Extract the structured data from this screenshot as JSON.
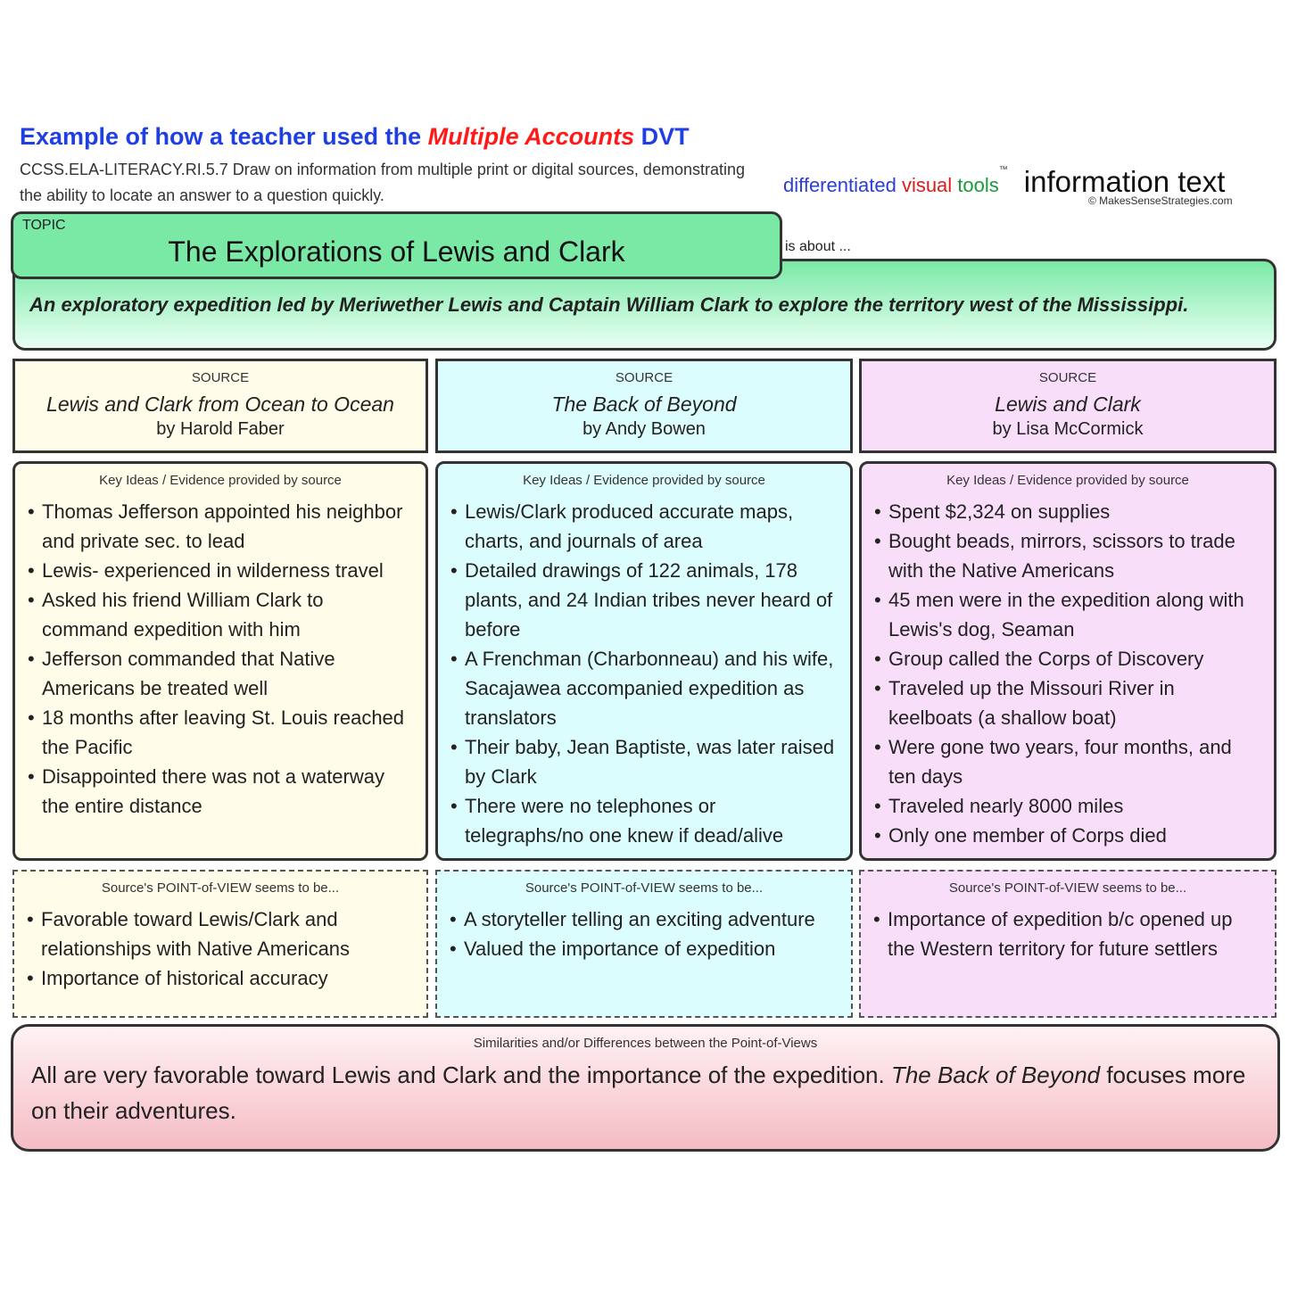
{
  "header": {
    "title_prefix": "Example of how a teacher used the ",
    "title_accent": "Multiple Accounts",
    "title_suffix": " DVT",
    "standard": "CCSS.ELA-LITERACY.RI.5.7 Draw on information from multiple print or digital sources, demonstrating the ability to locate an answer to a question quickly."
  },
  "brand": {
    "word1": "differentiated",
    "word2": "visual",
    "word3": "tools",
    "tm": "™",
    "subject": "information text",
    "copyright": "© MakesSenseStrategies.com"
  },
  "topic": {
    "label": "TOPIC",
    "title": "The Explorations of Lewis and Clark",
    "is_about_label": "is about ...",
    "about": "An exploratory expedition led by Meriwether Lewis and Captain William Clark to explore the territory west of the Mississippi."
  },
  "sources": [
    {
      "label": "SOURCE",
      "title": "Lewis and Clark from Ocean to Ocean",
      "author": "by Harold Faber",
      "key_header": "Key Ideas / Evidence provided by source",
      "key_ideas": [
        "Thomas Jefferson appointed his neighbor and private sec. to lead",
        "Lewis- experienced in wilderness travel",
        "Asked his friend William Clark to command expedition with him",
        "Jefferson commanded that Native Americans be treated well",
        "18 months after leaving St. Louis reached the Pacific",
        "Disappointed there was not a waterway the entire distance"
      ],
      "pov_header": "Source's POINT-of-VIEW seems to be...",
      "pov": [
        "Favorable toward Lewis/Clark and relationships with Native Americans",
        "Importance of historical accuracy"
      ]
    },
    {
      "label": "SOURCE",
      "title": "The Back of Beyond",
      "author": "by Andy Bowen",
      "key_header": "Key Ideas / Evidence provided by source",
      "key_ideas": [
        "Lewis/Clark produced accurate maps, charts, and journals of area",
        "Detailed drawings of 122 animals, 178 plants, and 24 Indian tribes never heard of before",
        "A Frenchman (Charbonneau) and his wife, Sacajawea accompanied expedition as translators",
        "Their baby, Jean Baptiste, was later raised by Clark",
        "There were no telephones or telegraphs/no one knew if dead/alive"
      ],
      "pov_header": "Source's POINT-of-VIEW seems to be...",
      "pov": [
        " A storyteller telling an exciting adventure",
        "Valued the importance of expedition"
      ]
    },
    {
      "label": "SOURCE",
      "title": "Lewis and Clark",
      "author": "by Lisa McCormick",
      "key_header": "Key Ideas / Evidence provided by source",
      "key_ideas": [
        "Spent $2,324 on supplies",
        "Bought beads, mirrors, scissors to trade with the Native Americans",
        "45 men were in the expedition along with Lewis's dog, Seaman",
        "Group called the Corps of Discovery",
        "Traveled up the Missouri River in keelboats (a shallow boat)",
        "Were gone two years, four months, and ten days",
        "Traveled nearly 8000 miles",
        "Only one member of Corps died"
      ],
      "pov_header": "Source's POINT-of-VIEW seems to be...",
      "pov": [
        "Importance of expedition b/c opened up the Western territory for future settlers"
      ]
    }
  ],
  "similarities": {
    "label": "Similarities and/or Differences between the Point-of-Views",
    "text_plain": "All are very favorable toward Lewis and Clark and the importance of the expedition.   ",
    "text_italic": "The Back of Beyond",
    "text_end": " focuses more on their adventures."
  },
  "colors": {
    "topic_green": "#7ae9a6",
    "col1_yellow": "#fffde9",
    "col2_cyan": "#dcfdfd",
    "col3_pink": "#f9defa",
    "title_blue": "#1f3fe0",
    "title_red": "#ff1a1a",
    "sim_pink": "#f5bcc4"
  }
}
